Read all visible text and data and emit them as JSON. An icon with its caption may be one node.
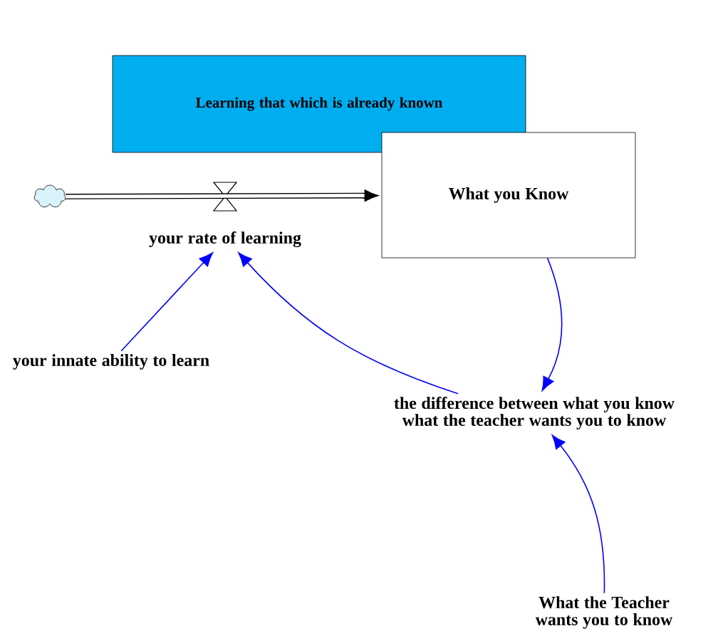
{
  "diagram": {
    "nodes": [
      {
        "text": [
          "Learning that which is already known"
        ]
      },
      {
        "text": [],
        "shape": "cloud"
      },
      {
        "text": [
          "What you Know"
        ]
      },
      {
        "text": [
          "your rate of learning"
        ]
      },
      {
        "text": [
          "your innate ability to learn"
        ]
      },
      {
        "text": [
          "the difference between what you know what the teacher wants you to know"
        ]
      },
      {
        "text": [
          "What the Teacher wants you to know"
        ]
      }
    ],
    "edges": [
      {
        "from": 1,
        "to": 2,
        "arrow": "to",
        "style": "thick",
        "color": "#000000"
      },
      {
        "from": 4,
        "to": 3,
        "arrow": "to"
      },
      {
        "from": 5,
        "to": 3,
        "arrow": "to"
      },
      {
        "from": 2,
        "to": 5,
        "arrow": "to"
      },
      {
        "from": 6,
        "to": 5,
        "arrow": "to"
      }
    ]
  }
}
